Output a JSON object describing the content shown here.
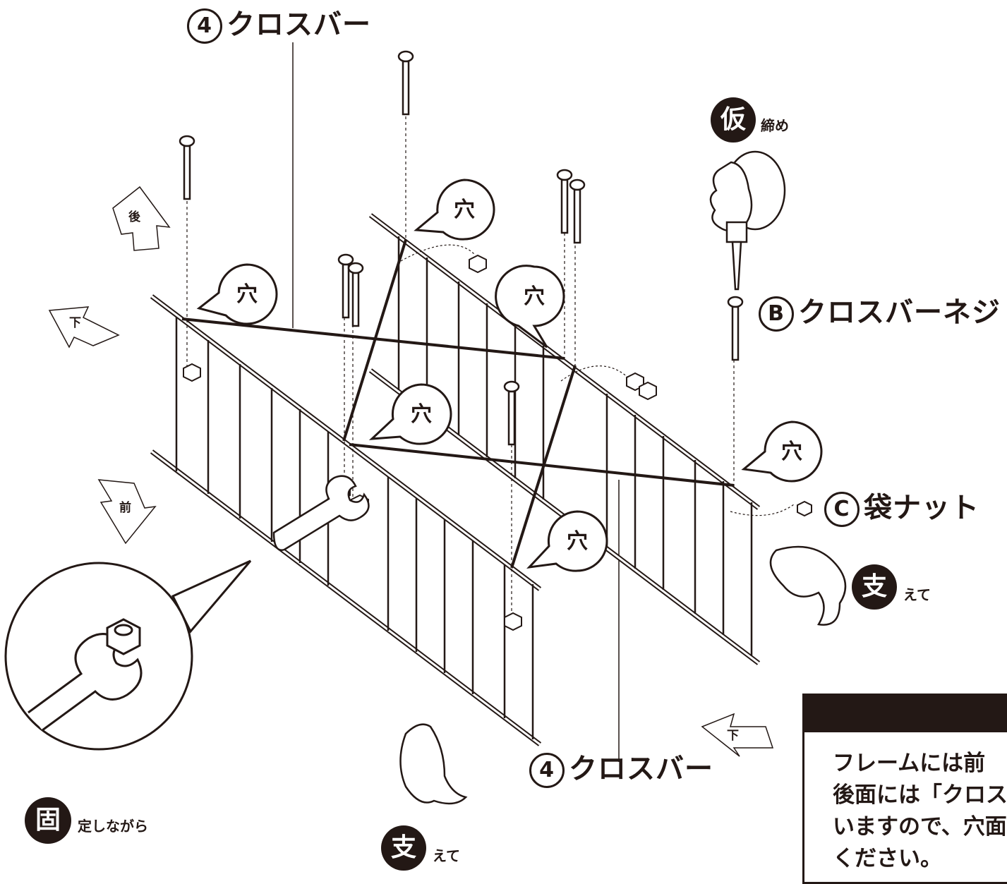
{
  "labels": {
    "crossbar_top_num": "4",
    "crossbar_top_text": "クロスバー",
    "crossbar_bottom_num": "4",
    "crossbar_bottom_text": "クロスバー",
    "screw_letter": "B",
    "screw_text": "クロスバーネジ",
    "nut_letter": "C",
    "nut_text": "袋ナット"
  },
  "badges": {
    "temp_char": "仮",
    "temp_text": "締め",
    "support_char": "支",
    "support_text": "えて",
    "support2_char": "支",
    "support2_text": "えて",
    "fix_char": "固",
    "fix_text": "定しながら"
  },
  "holes": [
    "穴",
    "穴",
    "穴",
    "穴",
    "穴",
    "穴"
  ],
  "arrows": {
    "back": "後",
    "front": "前",
    "down_left": "下",
    "down_right": "下"
  },
  "note": {
    "line1": "フレームには前",
    "line2": "後面には「クロス",
    "line3": "いますので、穴面",
    "line4": "ください。"
  }
}
